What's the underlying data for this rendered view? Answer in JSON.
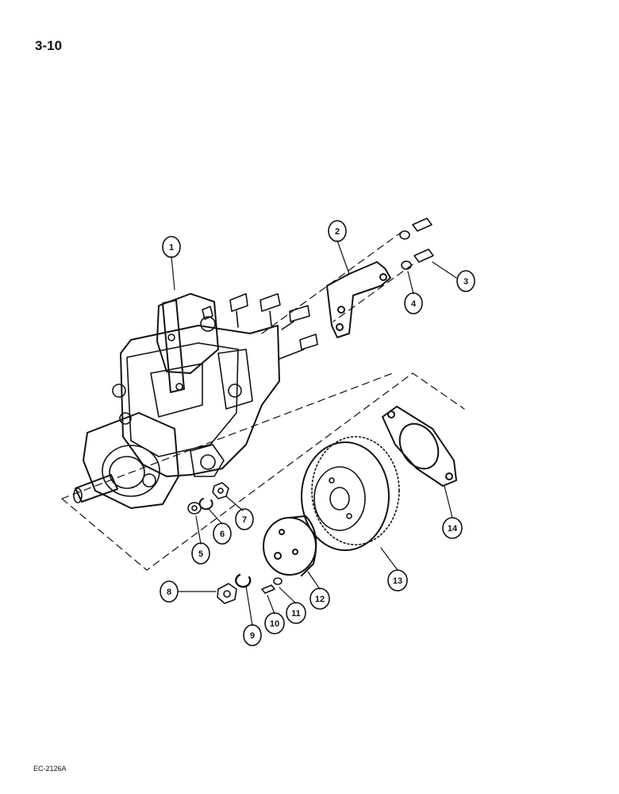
{
  "page_number": "3-10",
  "figure_code": "EC-2126A",
  "callouts": [
    "1",
    "2",
    "3",
    "4",
    "5",
    "6",
    "7",
    "8",
    "9",
    "10",
    "11",
    "12",
    "13",
    "14"
  ],
  "parts": [
    {
      "name": "injection-pump"
    },
    {
      "name": "mounting-bracket"
    },
    {
      "name": "bracket-bolts"
    },
    {
      "name": "bracket-washers"
    },
    {
      "name": "flat-washer"
    },
    {
      "name": "lock-washer"
    },
    {
      "name": "pump-nut"
    },
    {
      "name": "gear-nut"
    },
    {
      "name": "gear-lock-washer"
    },
    {
      "name": "hub-bolt"
    },
    {
      "name": "hub-washer"
    },
    {
      "name": "drive-hub"
    },
    {
      "name": "drive-gear"
    },
    {
      "name": "gasket"
    }
  ]
}
